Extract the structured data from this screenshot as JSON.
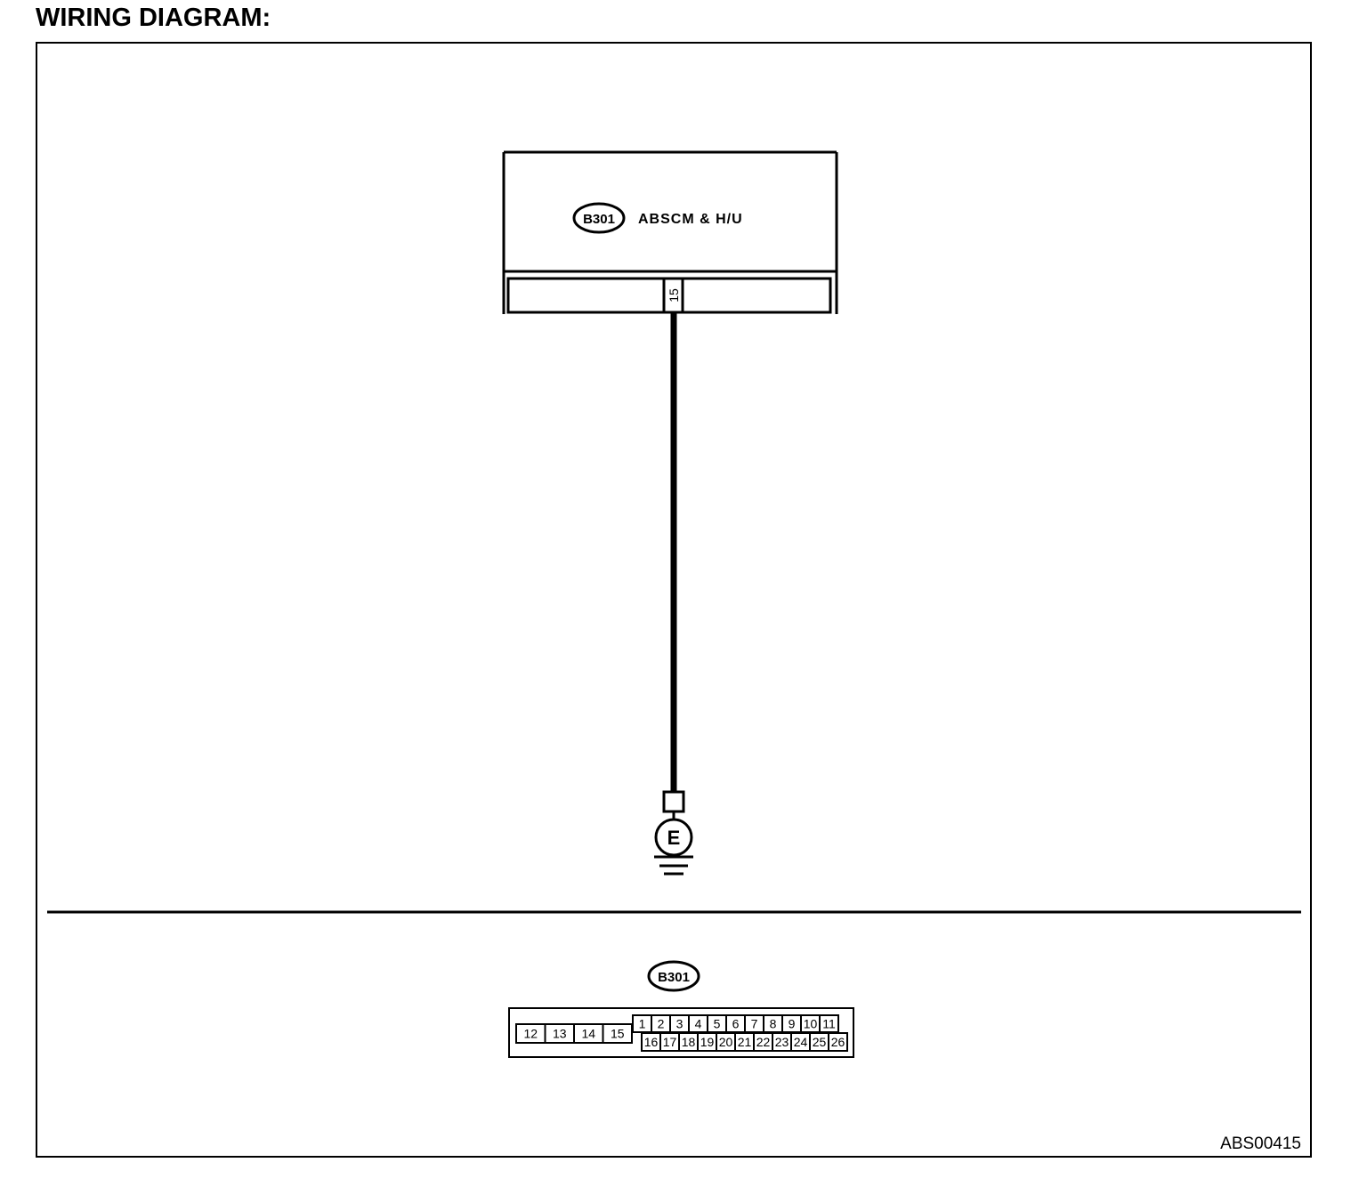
{
  "page": {
    "title": "WIRING DIAGRAM:",
    "figure_id": "ABS00415"
  },
  "module": {
    "connector_id": "B301",
    "name": "ABSCM & H/U",
    "terminal": "15"
  },
  "ground": {
    "label": "E"
  },
  "connector_view": {
    "connector_id": "B301",
    "left_pins": [
      "12",
      "13",
      "14",
      "15"
    ],
    "upper_pins": [
      "1",
      "2",
      "3",
      "4",
      "5",
      "6",
      "7",
      "8",
      "9",
      "10",
      "11"
    ],
    "lower_pins": [
      "16",
      "17",
      "18",
      "19",
      "20",
      "21",
      "22",
      "23",
      "24",
      "25",
      "26"
    ]
  }
}
